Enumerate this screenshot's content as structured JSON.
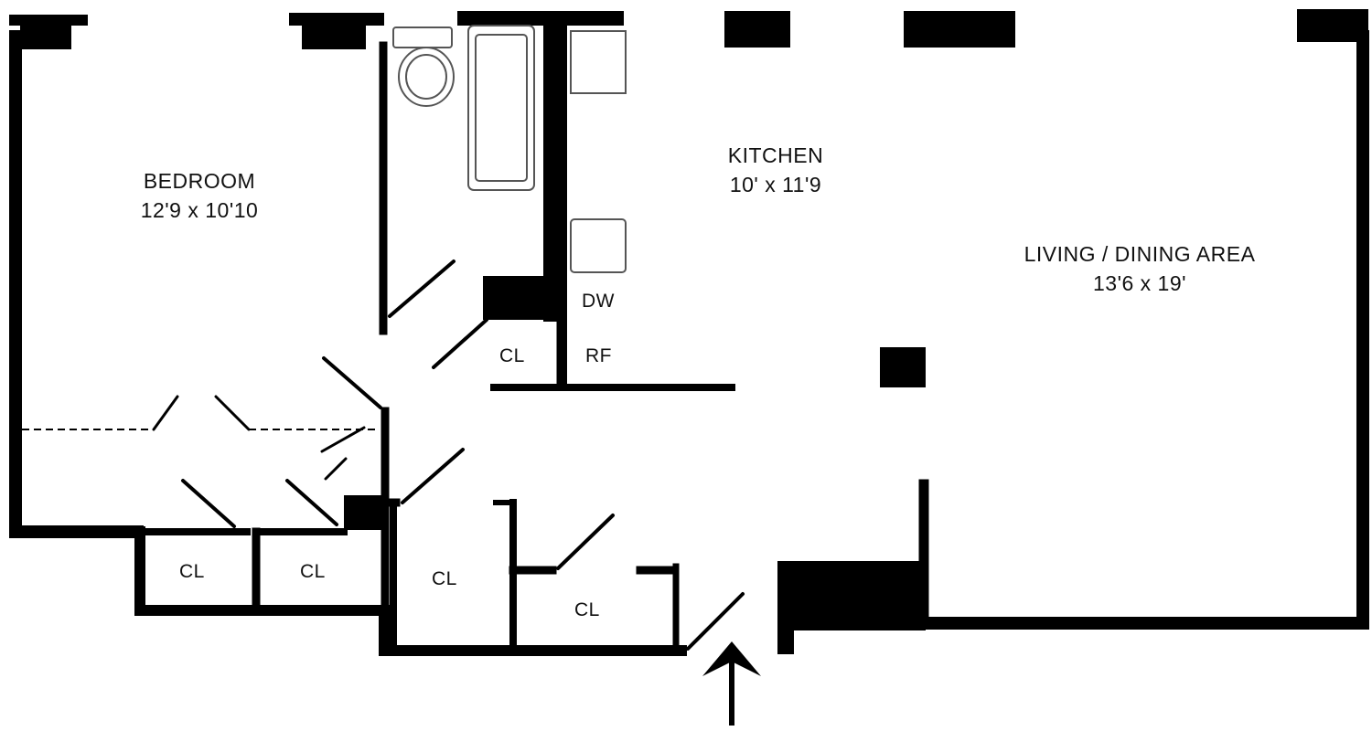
{
  "rooms": {
    "bedroom": {
      "name": "BEDROOM",
      "size": "12'9 x 10'10"
    },
    "kitchen": {
      "name": "KITCHEN",
      "size": "10' x 11'9"
    },
    "living": {
      "name": "LIVING / DINING AREA",
      "size": "13'6 x 19'"
    }
  },
  "closets": {
    "hall_closet": "CL",
    "bedroom_closet_1": "CL",
    "bedroom_closet_2": "CL",
    "foyer_closet_1": "CL",
    "foyer_closet_2": "CL"
  },
  "appliances": {
    "dishwasher": "DW",
    "refrigerator": "RF"
  },
  "colors": {
    "walls": "#000000",
    "fixtures": "#555555",
    "background": "#ffffff"
  },
  "icons": {
    "entry": "arrow-up-icon"
  }
}
